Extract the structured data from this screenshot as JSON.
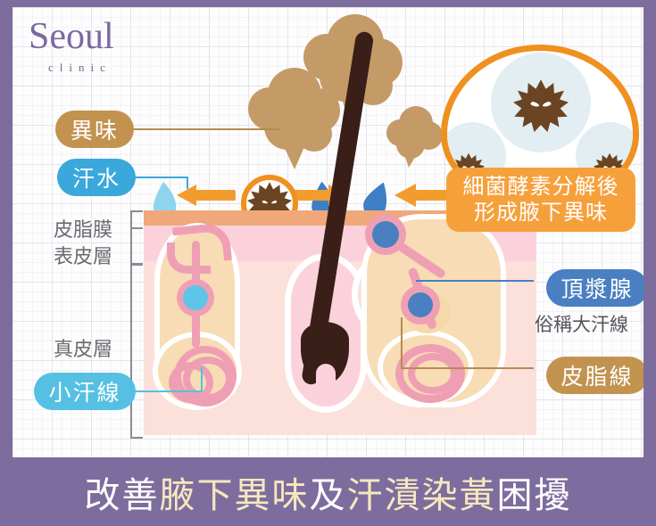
{
  "logo": {
    "main": "Seoul",
    "sub": "clinic"
  },
  "colors": {
    "frame_purple": "#7d6d9e",
    "odor_tan": "#c2934f",
    "sweat_blue": "#3aa8db",
    "eccrine_blue": "#55c0e3",
    "apocrine_blue": "#4a7fc1",
    "sebaceous_tan": "#c2934f",
    "callout_orange": "#f6a03c",
    "arrow_orange": "#f39c2e",
    "sebum_layer": "#f0a87a",
    "epidermis_layer": "#fbd2dc",
    "dermis_layer": "#fbe1da",
    "germ_brown": "#6b4423",
    "cloud_tan": "#c49a67"
  },
  "labels": {
    "odor": "異味",
    "sweat": "汗水",
    "sebum_film": "皮脂膜",
    "epidermis": "表皮層",
    "dermis": "真皮層",
    "eccrine": "小汗線",
    "apocrine": "頂漿腺",
    "apocrine_alias": "俗稱大汗線",
    "sebaceous": "皮脂線"
  },
  "callout": {
    "line1": "細菌酵素分解後",
    "line2": "形成腋下異味",
    "icon": "bacteria-germ-icon"
  },
  "icons": {
    "small_germ": "bacteria-germ-icon",
    "hair": "hair-follicle-icon",
    "droplet": "sweat-droplet-icon",
    "cloud": "odor-cloud-icon",
    "arrow": "double-arrow-icon"
  },
  "banner": {
    "part1": "改善",
    "highlight1": "腋下異味",
    "part2": "及",
    "highlight2": "汗漬染黃",
    "part3": "困擾"
  }
}
